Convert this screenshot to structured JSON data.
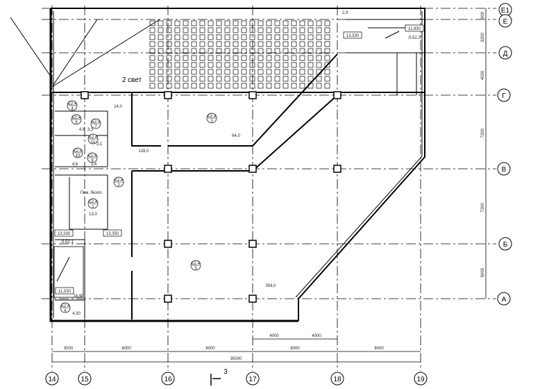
{
  "plan": {
    "axes_letters": [
      "Е1",
      "Е",
      "Д",
      "Г",
      "В",
      "Б",
      "А"
    ],
    "axes_numbers": [
      "14",
      "15",
      "16",
      "17",
      "18",
      "19"
    ],
    "dims_right": [
      "900",
      "3200",
      "4000",
      "7200",
      "7200",
      "5000"
    ],
    "dims_bottom": [
      "3000",
      "8000",
      "8000",
      "8000",
      "8000"
    ],
    "dims_bottom_sub": [
      "4000",
      "4000"
    ],
    "dims_total": "35000",
    "section_mark": "3",
    "room_tag_prefix": "Б2.4",
    "room_numbers": [
      "4",
      "8",
      "7",
      "11",
      "10",
      "9",
      "2",
      "1",
      "3",
      "5",
      "6"
    ],
    "areas": [
      "14,0",
      "4,6",
      "3,3",
      "3,1",
      "4,6",
      "3,4",
      "128,0",
      "64,0",
      "13,0",
      "354,0",
      "18,90",
      "4,30",
      "2,9"
    ],
    "elevations": [
      "13,330",
      "13,350",
      "11,530",
      "13,330",
      "11,830"
    ],
    "notes": [
      "2 свет",
      "Пож. безоп.",
      "Л-52.1",
      "Л-52.2"
    ]
  }
}
